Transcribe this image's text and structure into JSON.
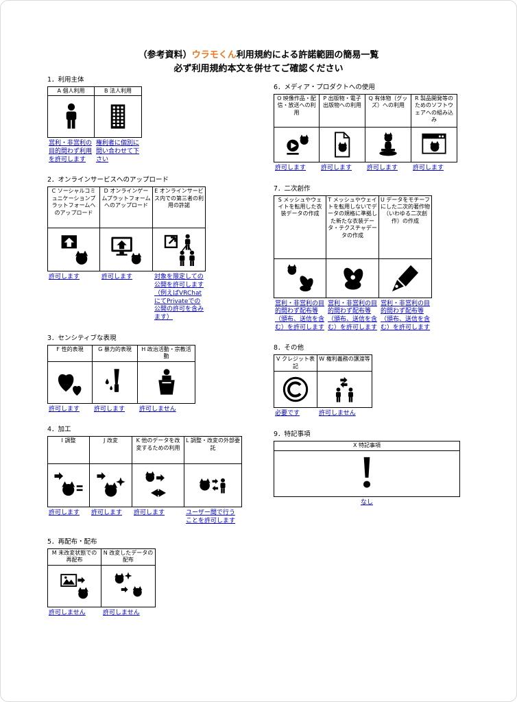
{
  "page": {
    "title_prefix": "（参考資料）",
    "title_brand": "ウラモくん",
    "title_suffix": "利用規約による許諾範囲の簡易一覧",
    "subtitle": "必ず利用規約本文を併せてご確認ください"
  },
  "colors": {
    "brand_orange": "#e87722",
    "permission_blue": "#0000cc"
  },
  "sections": [
    {
      "heading": "1．利用主体",
      "cells": [
        {
          "header": "A 個人利用",
          "icon": "person-icon",
          "permission": "営利・非営利の目的問わず利用を許可します"
        },
        {
          "header": "B 法人利用",
          "icon": "building-icon",
          "permission": "権利者に個別に問い合わせて下さい"
        }
      ]
    },
    {
      "heading": "2．オンラインサービスへのアップロード",
      "cells": [
        {
          "header": "C ソーシャルコミュニケーションプラットフォームへのアップロード",
          "icon": "social-upload-icon",
          "permission": "許可します"
        },
        {
          "header": "D オンラインゲームプラットフォームへのアップロード",
          "icon": "game-upload-icon",
          "permission": "許可します"
        },
        {
          "header": "E オンラインサービス内での第三者の利用の許諾",
          "icon": "third-party-license-icon",
          "permission": "対象を限定しての公開を許可します（例えばVRChatにてPrivateでの公開の許可を含みます）"
        }
      ]
    },
    {
      "heading": "3．センシティブな表現",
      "cells": [
        {
          "header": "F 性的表現",
          "icon": "hearts-icon",
          "permission": "許可します"
        },
        {
          "header": "G 暴力的表現",
          "icon": "knife-icon",
          "permission": "許可します"
        },
        {
          "header": "H 政治活動・宗教活動",
          "icon": "podium-speech-icon",
          "permission": "許可しません"
        }
      ]
    },
    {
      "heading": "4．加工",
      "cells": [
        {
          "header": "I 調整",
          "icon": "adjust-cat-icon",
          "permission": "許可します"
        },
        {
          "header": "J 改変",
          "icon": "modify-cat-icon",
          "permission": "許可します"
        },
        {
          "header": "K 他のデータを改変するための利用",
          "icon": "modify-other-icon",
          "permission": "許可します"
        },
        {
          "header": "L 調整・改変の外部委託",
          "icon": "outsource-icon",
          "permission": "ユーザー間で行うことを許可します"
        }
      ]
    },
    {
      "heading": "5．再配布・配布",
      "cells": [
        {
          "header": "M 未改変状態での再配布",
          "icon": "redistribute-icon",
          "permission": "許可しません"
        },
        {
          "header": "N 改変したデータの配布",
          "icon": "distribute-modified-icon",
          "permission": "許可しません"
        }
      ]
    },
    {
      "heading": "6．メディア・プロダクトへの使用",
      "cells": [
        {
          "header": "O 映像作品・配信・放送への利用",
          "icon": "video-icon",
          "permission": "許可します"
        },
        {
          "header": "P 出版物・電子出版物への利用",
          "icon": "publication-icon",
          "permission": "許可します"
        },
        {
          "header": "Q 有体物（グッズ）への利用",
          "icon": "goods-icon",
          "permission": "許可します"
        },
        {
          "header": "R 製品開発等のためのソフトウェアへの組み込み",
          "icon": "software-icon",
          "permission": "許可します"
        }
      ]
    },
    {
      "heading": "7．二次創作",
      "cells": [
        {
          "header": "S メッシュやウェイトを転用した衣装データの作成",
          "icon": "costume-mesh-icon",
          "permission": "営利・非営利の目的問わず配布等（頒布、送信を含む）を許可します"
        },
        {
          "header": "T メッシュやウェイトを転用しないでデータの規格に準拠した新たな衣装データ・テクスチャデータの作成",
          "icon": "costume-new-icon",
          "permission": "営利・非営利の目的問わず配布等（頒布、送信を含む）を許可します"
        },
        {
          "header": "U データをモチーフにした二次的著作物（いわゆる二次創作）の作成",
          "icon": "pen-icon",
          "permission": "営利・非営利の目的問わず配布等（頒布、送信を含む）を許可します"
        }
      ]
    },
    {
      "heading": "8．その他",
      "cells": [
        {
          "header": "V クレジット表記",
          "icon": "copyright-icon",
          "permission": "必要です"
        },
        {
          "header": "W 権利義務の譲渡等",
          "icon": "transfer-icon",
          "permission": "許可しません"
        }
      ]
    },
    {
      "heading": "9．特記事項",
      "cells": [
        {
          "header": "X 特記事項",
          "icon": "exclamation-icon",
          "permission": "なし"
        }
      ]
    }
  ]
}
